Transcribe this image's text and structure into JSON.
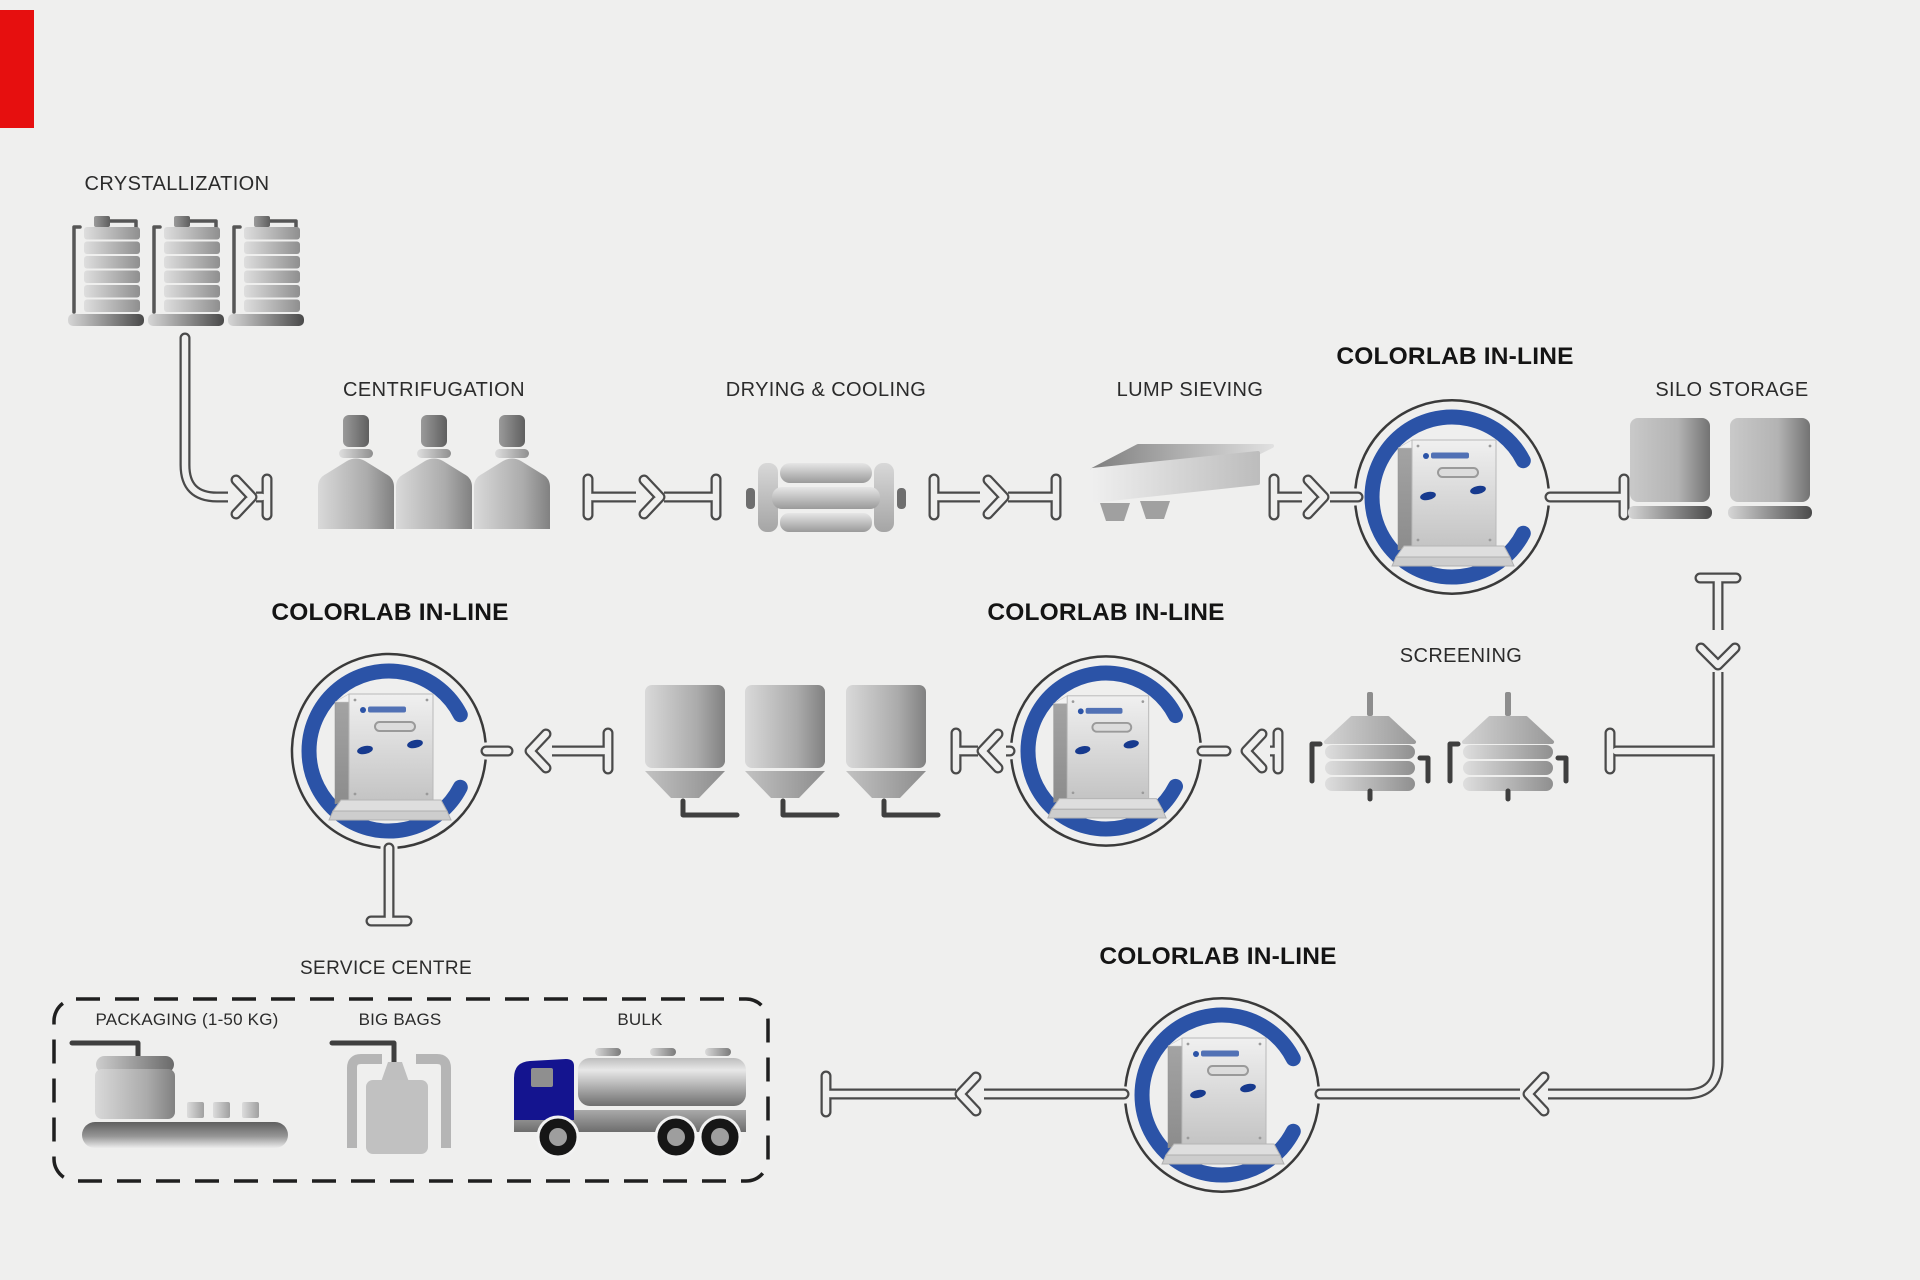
{
  "colors": {
    "background": "#efefee",
    "accent_blue": "#2b53a7",
    "pipe_outline": "#4a4a4a",
    "label_text": "#2b2b2b",
    "truck_cab_blue": "#14148f",
    "red_marker": "#e60f0f"
  },
  "stations": {
    "crystallization": {
      "label": "CRYSTALLIZATION"
    },
    "centrifugation": {
      "label": "CENTRIFUGATION"
    },
    "drying_cooling": {
      "label": "DRYING & COOLING"
    },
    "lump_sieving": {
      "label": "LUMP SIEVING"
    },
    "silo_storage": {
      "label": "SILO STORAGE"
    },
    "screening": {
      "label": "SCREENING"
    },
    "service_centre": {
      "label": "SERVICE CENTRE"
    },
    "packaging": {
      "label": "PACKAGING (1-50 KG)"
    },
    "big_bags": {
      "label": "BIG BAGS"
    },
    "bulk": {
      "label": "BULK"
    },
    "colorlab_top": {
      "label": "COLORLAB IN-LINE"
    },
    "colorlab_left": {
      "label": "COLORLAB IN-LINE"
    },
    "colorlab_middle": {
      "label": "COLORLAB IN-LINE"
    },
    "colorlab_bottom": {
      "label": "COLORLAB IN-LINE"
    }
  }
}
